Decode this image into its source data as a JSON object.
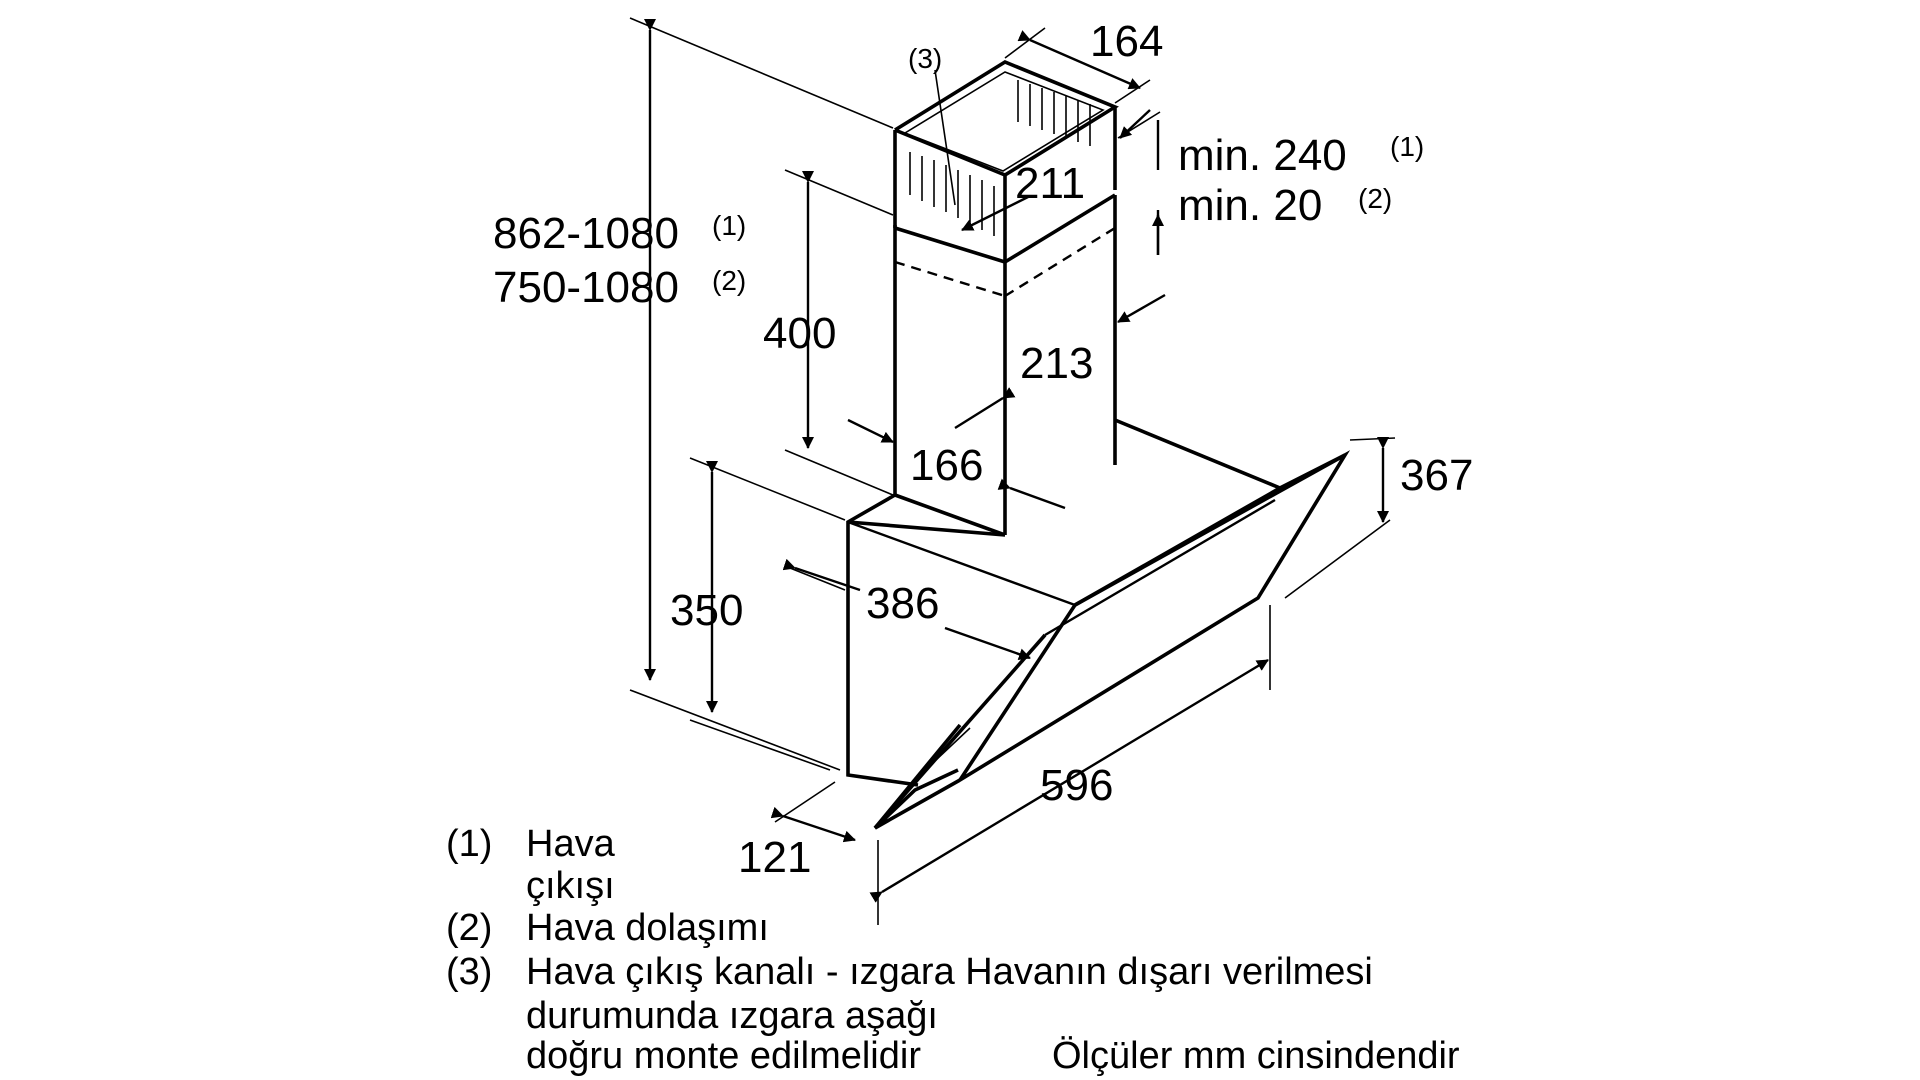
{
  "dimensions": {
    "height_total_1": "862-1080",
    "height_total_1_ref": "(1)",
    "height_total_2": "750-1080",
    "height_total_2_ref": "(2)",
    "chimney_top_width": "164",
    "inner_duct_label": "211",
    "min_1": "min. 240",
    "min_1_ref": "(1)",
    "min_2": "min. 20",
    "min_2_ref": "(2)",
    "chimney_height": "400",
    "chimney_width": "213",
    "chimney_depth": "166",
    "body_height": "350",
    "body_depth": "386",
    "glass_height": "367",
    "total_width": "596",
    "wall_offset": "121",
    "grille_ref": "(3)"
  },
  "legend": [
    {
      "num": "(1)",
      "lines": [
        "Hava",
        "çıkışı"
      ]
    },
    {
      "num": "(2)",
      "lines": [
        "Hava dolaşımı"
      ]
    },
    {
      "num": "(3)",
      "lines": [
        "Hava çıkış kanalı - ızgara Havanın dışarı verilmesi",
        "durumunda ızgara aşağı",
        "doğru monte edilmelidir"
      ]
    }
  ],
  "units_note": "Ölçüler mm cinsindendir"
}
